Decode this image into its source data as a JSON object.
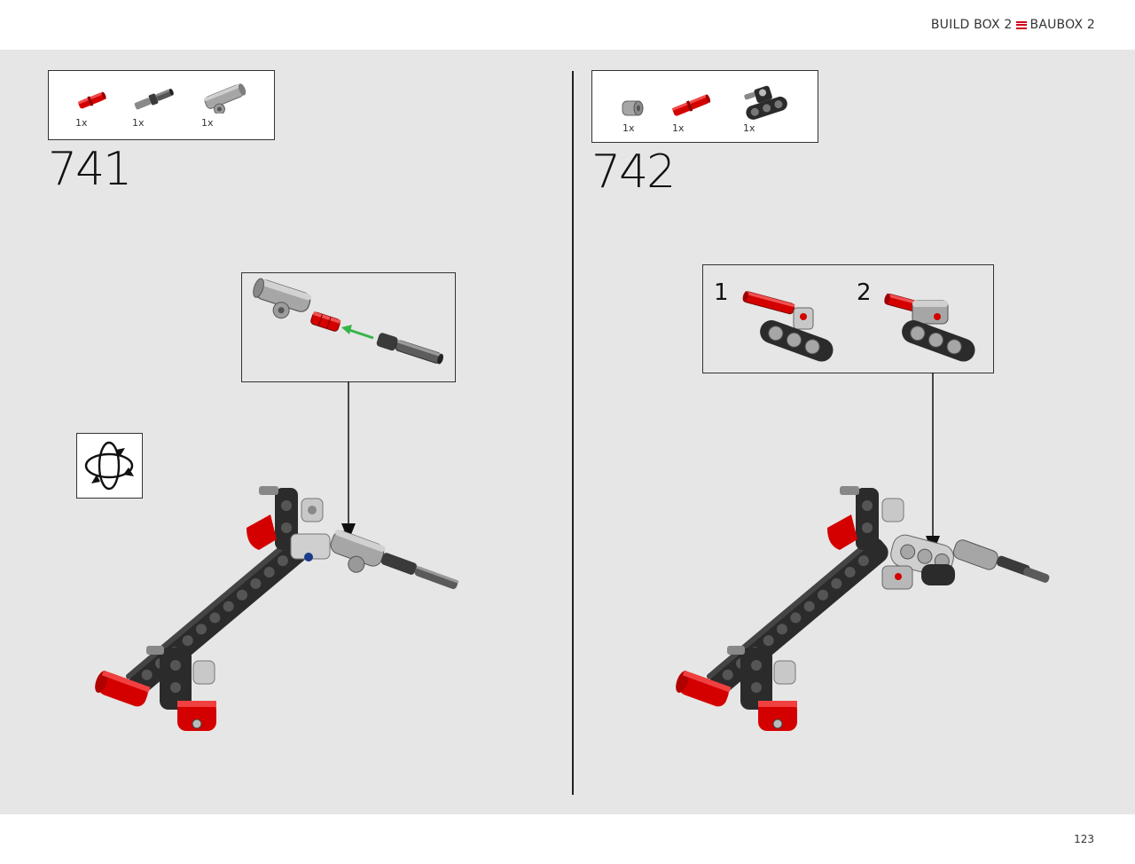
{
  "header": {
    "left_label": "BUILD BOX 2",
    "right_label": "BAUBOX 2",
    "flag_color": "#d0021b"
  },
  "page_number": "123",
  "colors": {
    "part_red": "#d40000",
    "part_black": "#2b2b2b",
    "part_grey": "#a6a6a6",
    "part_dark_grey": "#5a5a5a",
    "arrow_green": "#38b54a",
    "background": "#e6e6e6"
  },
  "steps": [
    {
      "number": "741",
      "parts": [
        {
          "icon": "red-axle-pin",
          "qty": "1x"
        },
        {
          "icon": "grey-axle-pin",
          "qty": "1x"
        },
        {
          "icon": "grey-axle-connector",
          "qty": "1x"
        }
      ],
      "rotate_icon": "rotate-model-icon"
    },
    {
      "number": "742",
      "parts": [
        {
          "icon": "grey-bush",
          "qty": "1x"
        },
        {
          "icon": "red-axle-pin",
          "qty": "1x"
        },
        {
          "icon": "black-beam-3-with-pins",
          "qty": "1x"
        }
      ],
      "substeps": [
        "1",
        "2"
      ]
    }
  ]
}
